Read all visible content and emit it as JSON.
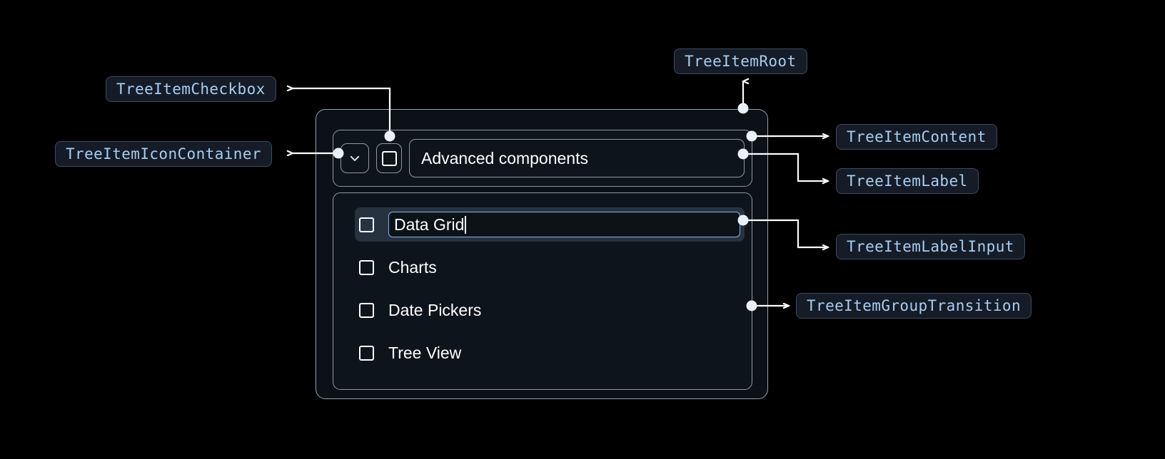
{
  "annotations": [
    {
      "id": "tree-item-checkbox",
      "label": "TreeItemCheckbox"
    },
    {
      "id": "tree-item-icon-container",
      "label": "TreeItemIconContainer"
    },
    {
      "id": "tree-item-root",
      "label": "TreeItemRoot"
    },
    {
      "id": "tree-item-content",
      "label": "TreeItemContent"
    },
    {
      "id": "tree-item-label",
      "label": "TreeItemLabel"
    },
    {
      "id": "tree-item-label-input",
      "label": "TreeItemLabelInput"
    },
    {
      "id": "tree-item-group-transition",
      "label": "TreeItemGroupTransition"
    }
  ],
  "tree": {
    "root_item": {
      "label": "Advanced components",
      "expand_icon": "chevron-down-icon",
      "checkbox_checked": false
    },
    "children": [
      {
        "label": "Data Grid",
        "editing": true,
        "checked": false
      },
      {
        "label": "Charts",
        "editing": false,
        "checked": false
      },
      {
        "label": "Date Pickers",
        "editing": false,
        "checked": false
      },
      {
        "label": "Tree View",
        "editing": false,
        "checked": false
      }
    ]
  },
  "colors": {
    "background": "#000000",
    "chip_bg": "#151c28",
    "chip_border": "#3c4a5e",
    "chip_text": "#a8cdf0",
    "card_bg": "#0c1117",
    "card_border": "#96a0ab",
    "selected_row_bg": "#273240",
    "input_border": "#7fb6e8",
    "connector": "#ffffff"
  }
}
